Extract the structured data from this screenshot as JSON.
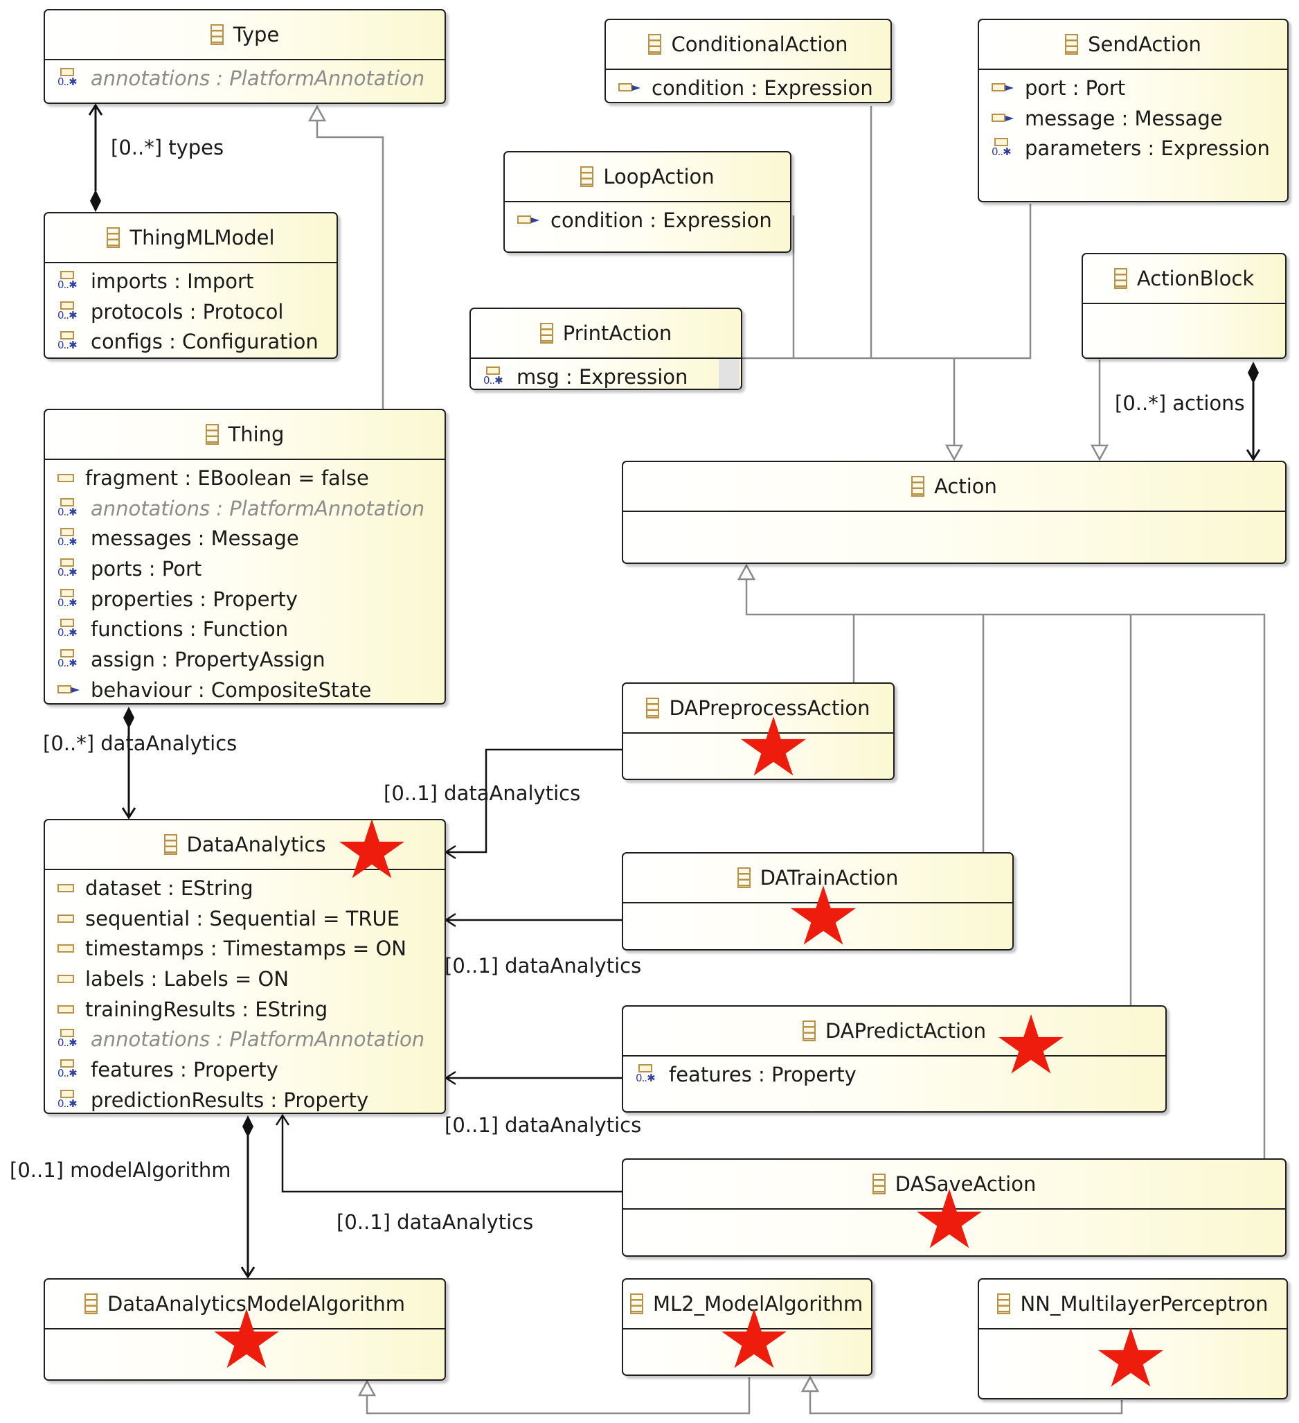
{
  "classes": {
    "type": {
      "name": "Type",
      "attrs": [
        {
          "text": "annotations : PlatformAnnotation",
          "icon": "reference-many-icon",
          "derived": true
        }
      ]
    },
    "conditional_action": {
      "name": "ConditionalAction",
      "attrs": [
        {
          "text": "condition : Expression",
          "icon": "reference-icon"
        }
      ]
    },
    "send_action": {
      "name": "SendAction",
      "attrs": [
        {
          "text": "port : Port",
          "icon": "reference-icon"
        },
        {
          "text": "message : Message",
          "icon": "reference-icon"
        },
        {
          "text": "parameters : Expression",
          "icon": "reference-many-icon"
        }
      ]
    },
    "loop_action": {
      "name": "LoopAction",
      "attrs": [
        {
          "text": "condition : Expression",
          "icon": "reference-icon"
        }
      ]
    },
    "thingml_model": {
      "name": "ThingMLModel",
      "attrs": [
        {
          "text": "imports : Import",
          "icon": "reference-many-icon"
        },
        {
          "text": "protocols : Protocol",
          "icon": "reference-many-icon"
        },
        {
          "text": "configs : Configuration",
          "icon": "reference-many-icon"
        }
      ]
    },
    "action_block": {
      "name": "ActionBlock",
      "attrs": []
    },
    "print_action": {
      "name": "PrintAction",
      "attrs": [
        {
          "text": "msg : Expression",
          "icon": "reference-many-icon"
        }
      ]
    },
    "thing": {
      "name": "Thing",
      "attrs": [
        {
          "text": "fragment : EBoolean = false",
          "icon": "attribute-icon"
        },
        {
          "text": "annotations : PlatformAnnotation",
          "icon": "reference-many-icon",
          "derived": true
        },
        {
          "text": "messages : Message",
          "icon": "reference-many-icon"
        },
        {
          "text": "ports : Port",
          "icon": "reference-many-icon"
        },
        {
          "text": "properties : Property",
          "icon": "reference-many-icon"
        },
        {
          "text": "functions : Function",
          "icon": "reference-many-icon"
        },
        {
          "text": "assign : PropertyAssign",
          "icon": "reference-many-icon"
        },
        {
          "text": "behaviour : CompositeState",
          "icon": "reference-icon"
        }
      ]
    },
    "action": {
      "name": "Action",
      "attrs": []
    },
    "da_preprocess_action": {
      "name": "DAPreprocessAction",
      "attrs": []
    },
    "data_analytics": {
      "name": "DataAnalytics",
      "attrs": [
        {
          "text": "dataset : EString",
          "icon": "attribute-icon"
        },
        {
          "text": "sequential : Sequential = TRUE",
          "icon": "attribute-icon"
        },
        {
          "text": "timestamps : Timestamps = ON",
          "icon": "attribute-icon"
        },
        {
          "text": "labels : Labels = ON",
          "icon": "attribute-icon"
        },
        {
          "text": "trainingResults : EString",
          "icon": "attribute-icon"
        },
        {
          "text": "annotations : PlatformAnnotation",
          "icon": "reference-many-icon",
          "derived": true
        },
        {
          "text": "features : Property",
          "icon": "reference-many-icon"
        },
        {
          "text": "predictionResults : Property",
          "icon": "reference-many-icon"
        }
      ]
    },
    "da_train_action": {
      "name": "DATrainAction",
      "attrs": []
    },
    "da_predict_action": {
      "name": "DAPredictAction",
      "attrs": [
        {
          "text": "features : Property",
          "icon": "reference-many-icon"
        }
      ]
    },
    "da_save_action": {
      "name": "DASaveAction",
      "attrs": []
    },
    "da_model_algorithm": {
      "name": "DataAnalyticsModelAlgorithm",
      "attrs": []
    },
    "ml2_model_algorithm": {
      "name": "ML2_ModelAlgorithm",
      "attrs": []
    },
    "nn_multilayer_perceptron": {
      "name": "NN_MultilayerPerceptron",
      "attrs": []
    }
  },
  "labels": {
    "types": "[0..*] types",
    "actions": "[0..*] actions",
    "thing_data_analytics": "[0..*] dataAnalytics",
    "preprocess_data_analytics": "[0..1] dataAnalytics",
    "train_data_analytics": "[0..1] dataAnalytics",
    "predict_data_analytics": "[0..1] dataAnalytics",
    "save_data_analytics": "[0..1] dataAnalytics",
    "model_algorithm": "[0..1] modelAlgorithm"
  },
  "colors": {
    "star": "#ee1c0c",
    "generalization": "#8a8a8a",
    "association": "#111111",
    "class_fill": "#fbf8d2",
    "icon": "#b8924a"
  }
}
